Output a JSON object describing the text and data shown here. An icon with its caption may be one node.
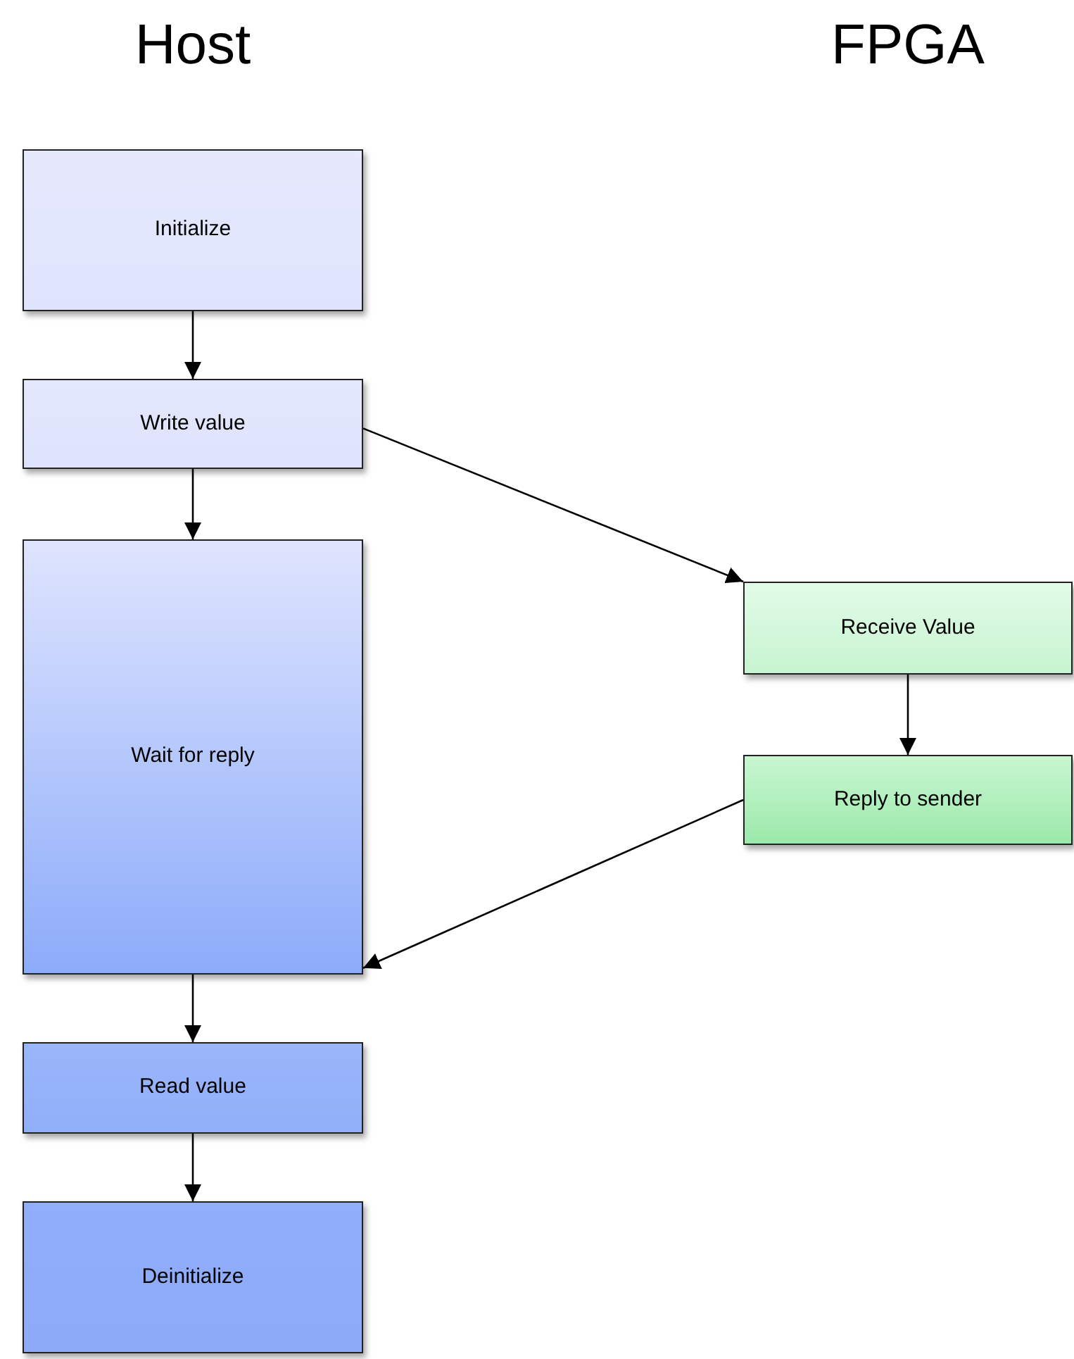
{
  "diagram": {
    "nodes": [
      {
        "text": [
          "Initialize"
        ]
      },
      {
        "text": [
          "Write value"
        ]
      },
      {
        "text": [
          "Wait for reply"
        ]
      },
      {
        "text": [
          "Read value"
        ]
      },
      {
        "text": [
          "Deinitialize"
        ]
      },
      {
        "text": [
          "Receive Value"
        ]
      },
      {
        "text": [
          "Reply to sender"
        ]
      }
    ],
    "edges": [
      {
        "from": 0,
        "to": 1,
        "arrow": "to"
      },
      {
        "from": 1,
        "to": 2,
        "arrow": "to"
      },
      {
        "from": 1,
        "to": 5,
        "arrow": "to"
      },
      {
        "from": 5,
        "to": 6,
        "arrow": "to"
      },
      {
        "from": 6,
        "to": 2,
        "arrow": "to"
      },
      {
        "from": 2,
        "to": 3,
        "arrow": "to"
      },
      {
        "from": 3,
        "to": 4,
        "arrow": "to"
      }
    ],
    "labels": [
      "Host",
      "FPGA"
    ]
  }
}
